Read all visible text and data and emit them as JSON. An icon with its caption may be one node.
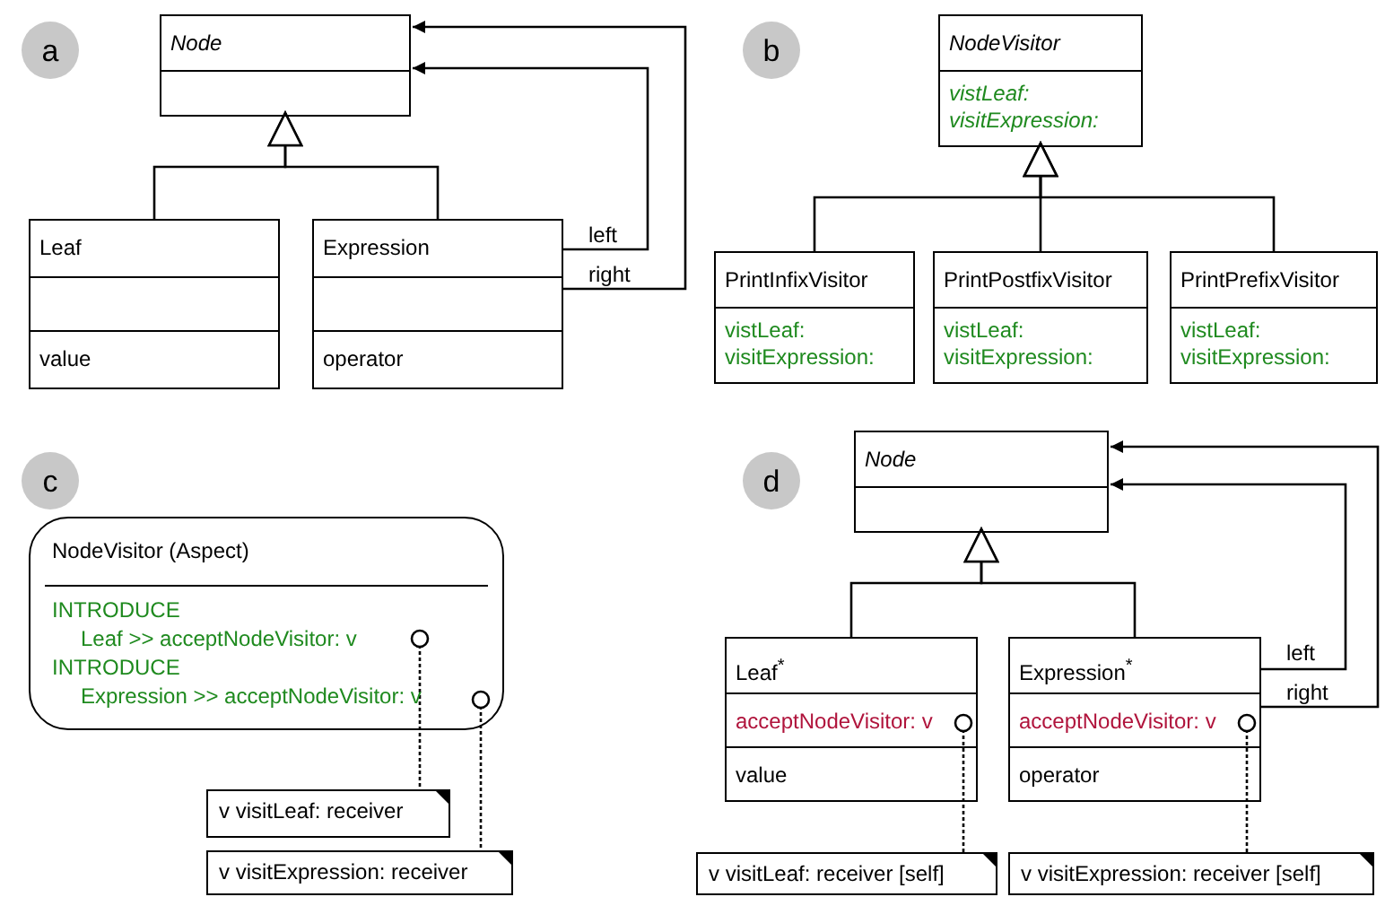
{
  "diagram": {
    "nodes": [
      {
        "text": [
          "a"
        ]
      },
      {
        "text": [
          "Node"
        ]
      },
      {
        "text": [
          "Leaf",
          "value"
        ]
      },
      {
        "text": [
          "Expression",
          "operator"
        ]
      },
      {
        "text": [
          "b"
        ]
      },
      {
        "text": [
          "NodeVisitor",
          "vistLeaf:",
          "visitExpression:"
        ]
      },
      {
        "text": [
          "PrintInfixVisitor",
          "vistLeaf:",
          "visitExpression:"
        ]
      },
      {
        "text": [
          "PrintPostfixVisitor",
          "vistLeaf:",
          "visitExpression:"
        ]
      },
      {
        "text": [
          "PrintPrefixVisitor",
          "vistLeaf:",
          "visitExpression:"
        ]
      },
      {
        "text": [
          "c"
        ]
      },
      {
        "text": [
          "NodeVisitor (Aspect)",
          "INTRODUCE",
          "Leaf >> acceptNodeVisitor: v",
          "INTRODUCE",
          "Expression >> acceptNodeVisitor: v"
        ]
      },
      {
        "text": [
          "v visitLeaf: receiver"
        ]
      },
      {
        "text": [
          "v visitExpression: receiver"
        ]
      },
      {
        "text": [
          "d"
        ]
      },
      {
        "text": [
          "Node"
        ]
      },
      {
        "text": [
          "Leaf$^{*}$",
          "acceptNodeVisitor: v",
          "value"
        ]
      },
      {
        "text": [
          "Expression$^{*}$",
          "acceptNodeVisitor: v",
          "operator"
        ]
      },
      {
        "text": [
          "v visitLeaf: receiver [self]"
        ]
      },
      {
        "text": [
          "v visitExpression: receiver [self]"
        ]
      }
    ],
    "edges": [
      {
        "from": 2,
        "to": 1,
        "arrow": "to"
      },
      {
        "from": 3,
        "to": 1,
        "arrow": "to"
      },
      {
        "from": 3,
        "to": 1,
        "arrow": "to",
        "label": "left"
      },
      {
        "from": 3,
        "to": 1,
        "arrow": "to",
        "label": "right"
      },
      {
        "from": 6,
        "to": 5,
        "arrow": "to"
      },
      {
        "from": 7,
        "to": 5,
        "arrow": "to"
      },
      {
        "from": 8,
        "to": 5,
        "arrow": "to"
      },
      {
        "from": 10,
        "to": 11,
        "arrow": "other",
        "style": "dashed"
      },
      {
        "from": 10,
        "to": 12,
        "arrow": "other",
        "style": "dashed"
      },
      {
        "from": 15,
        "to": 14,
        "arrow": "to"
      },
      {
        "from": 16,
        "to": 14,
        "arrow": "to"
      },
      {
        "from": 16,
        "to": 14,
        "arrow": "to",
        "label": "left"
      },
      {
        "from": 16,
        "to": 14,
        "arrow": "to",
        "label": "right"
      },
      {
        "from": 15,
        "to": 17,
        "arrow": "other",
        "style": "dashed"
      },
      {
        "from": 16,
        "to": 18,
        "arrow": "other",
        "style": "dashed"
      }
    ]
  }
}
